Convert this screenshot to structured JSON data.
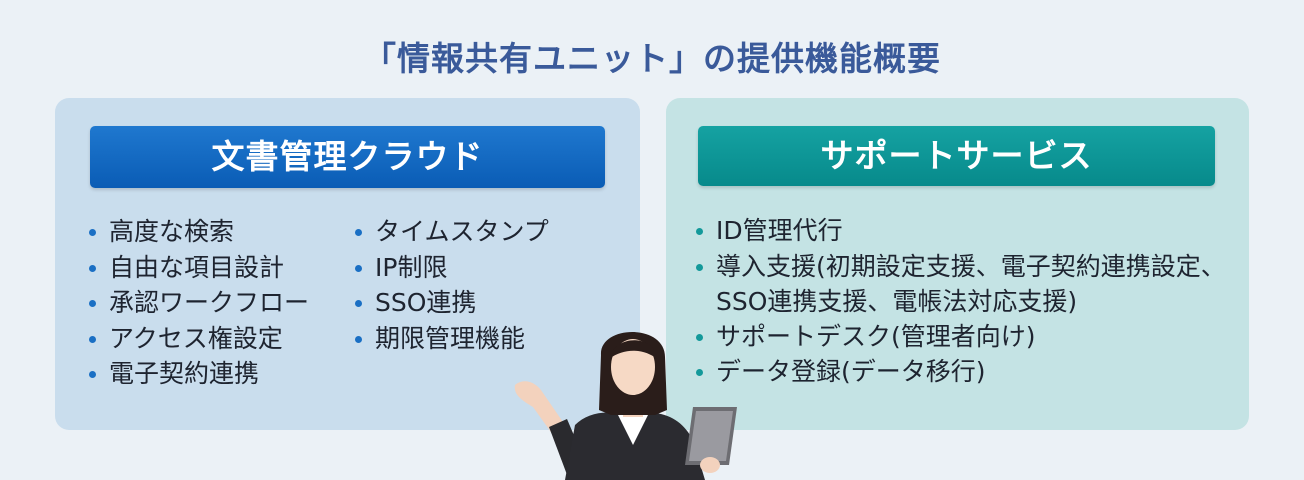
{
  "title": "「情報共有ユニット」の提供機能概要",
  "left_panel": {
    "header": "文書管理クラウド",
    "col1": [
      "高度な検索",
      "自由な項目設計",
      "承認ワークフロー",
      "アクセス権設定",
      "電子契約連携"
    ],
    "col2": [
      "タイムスタンプ",
      "IP制限",
      "SSO連携",
      "期限管理機能"
    ]
  },
  "right_panel": {
    "header": "サポートサービス",
    "items": [
      "ID管理代行",
      "導入支援(初期設定支援、電子契約連携設定、SSO連携支援、電帳法対応支援)",
      "サポートデスク(管理者向け)",
      "データ登録(データ移行)"
    ]
  },
  "colors": {
    "title": "#3a5a9a",
    "left_panel_bg": "#c9dded",
    "right_panel_bg": "#c4e3e4",
    "left_header": "#0a5cb5",
    "right_header": "#078a8b"
  }
}
